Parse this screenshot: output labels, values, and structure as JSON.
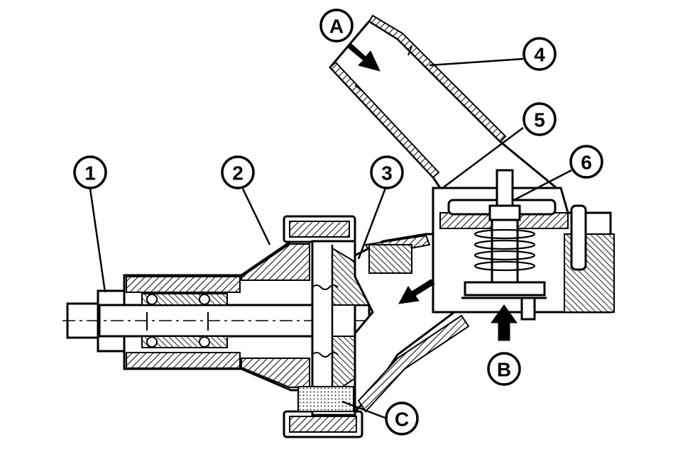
{
  "callouts": {
    "c1": "1",
    "c2": "2",
    "c3": "3",
    "c4": "4",
    "c5": "5",
    "c6": "6",
    "cA": "A",
    "cB": "B",
    "cC": "C"
  },
  "colors": {
    "ink": "#000000",
    "paper": "#ffffff"
  }
}
